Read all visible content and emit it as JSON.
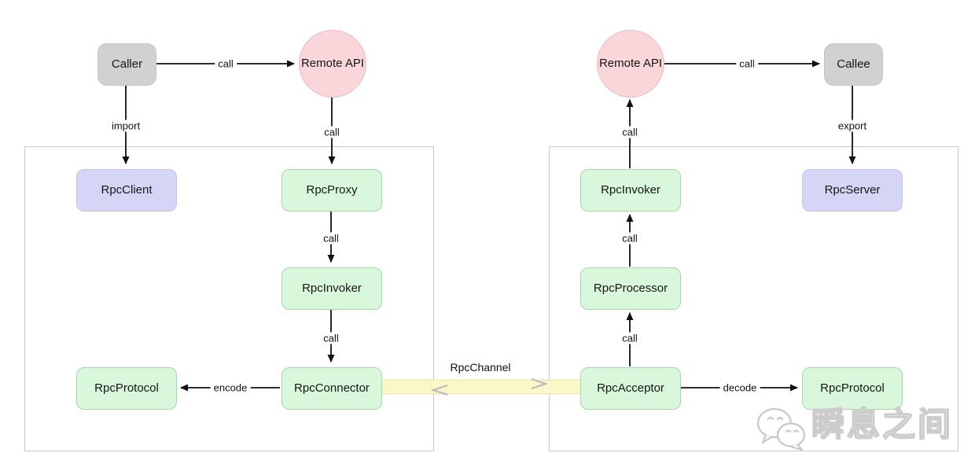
{
  "nodes": {
    "caller": "Caller",
    "remote_api_client": "Remote API",
    "rpc_client": "RpcClient",
    "rpc_proxy": "RpcProxy",
    "rpc_invoker_client": "RpcInvoker",
    "rpc_connector": "RpcConnector",
    "rpc_protocol_client": "RpcProtocol",
    "rpc_acceptor": "RpcAcceptor",
    "rpc_processor": "RpcProcessor",
    "rpc_invoker_server": "RpcInvoker",
    "rpc_protocol_server": "RpcProtocol",
    "remote_api_server": "Remote API",
    "callee": "Callee",
    "rpc_server": "RpcServer"
  },
  "edges": {
    "caller_to_remote_api": "call",
    "caller_to_rpc_client": "import",
    "remote_api_to_rpc_proxy": "call",
    "rpc_proxy_to_rpc_invoker": "call",
    "rpc_invoker_to_rpc_connector": "call",
    "rpc_connector_to_rpc_protocol": "encode",
    "channel": "RpcChannel",
    "rpc_acceptor_to_rpc_protocol": "decode",
    "rpc_acceptor_to_rpc_processor": "call",
    "rpc_processor_to_rpc_invoker": "call",
    "rpc_invoker_to_remote_api": "call",
    "remote_api_to_callee": "call",
    "callee_to_rpc_server": "export"
  },
  "watermark": {
    "text": "瞬息之间"
  },
  "colors": {
    "green_fill": "#d9f7da",
    "green_border": "#a6d7a8",
    "lavender_fill": "#d5d6f6",
    "lavender_border": "#c2c3ee",
    "pink_fill": "#f9d6d9",
    "pink_border": "#edb9bf",
    "gray_fill": "#d1d1d1",
    "boundary_border": "#c9c9c9",
    "channel_band": "#fbf8c8",
    "channel_chevron": "#b9bac3",
    "arrow": "#111111"
  }
}
